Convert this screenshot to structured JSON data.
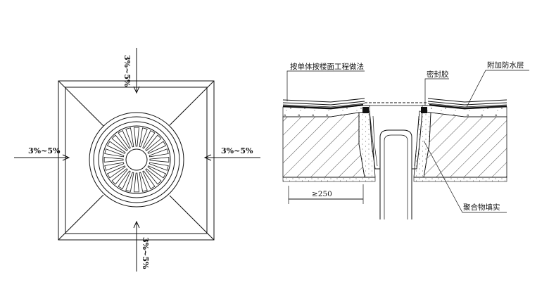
{
  "plan": {
    "slope_top": "3%~5%",
    "slope_left": "3%~5%",
    "slope_right": "3%~5%",
    "slope_bottom": "3%~5%"
  },
  "section": {
    "label_method": "按单体按楼面工程做法",
    "label_sealant": "密封胶",
    "label_waterproof": "附加防水层",
    "label_polymer": "聚合物填实",
    "dim_width": "≥250"
  }
}
